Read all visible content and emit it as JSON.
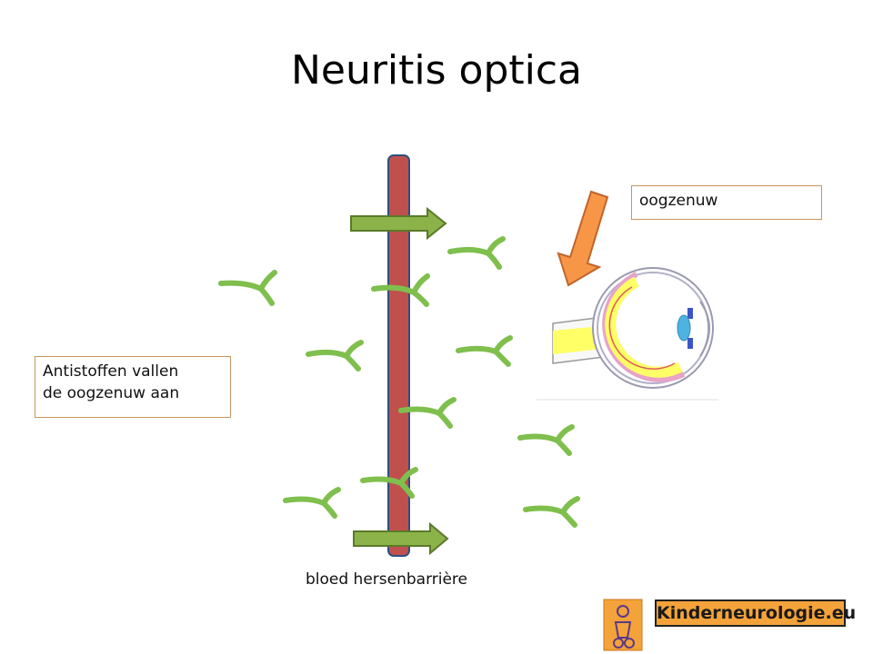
{
  "slide": {
    "title": "Neuritis optica",
    "label_nerve": "oogzenuw",
    "label_antibodies_line1": "Antistoffen vallen",
    "label_antibodies_line2": "de oogzenuw aan",
    "caption_barrier": "bloed hersenbarrière",
    "logo_text": "Kinderneurologie.eu"
  },
  "colors": {
    "barrier": "#c0504d",
    "antibody": "#7fbf4d",
    "arrow_green": "#77933c",
    "arrow_orange": "#f79646",
    "nerve_yellow": "#ffff66",
    "eye_pink": "#e8a3c8",
    "lens_blue": "#4fb3e0"
  }
}
